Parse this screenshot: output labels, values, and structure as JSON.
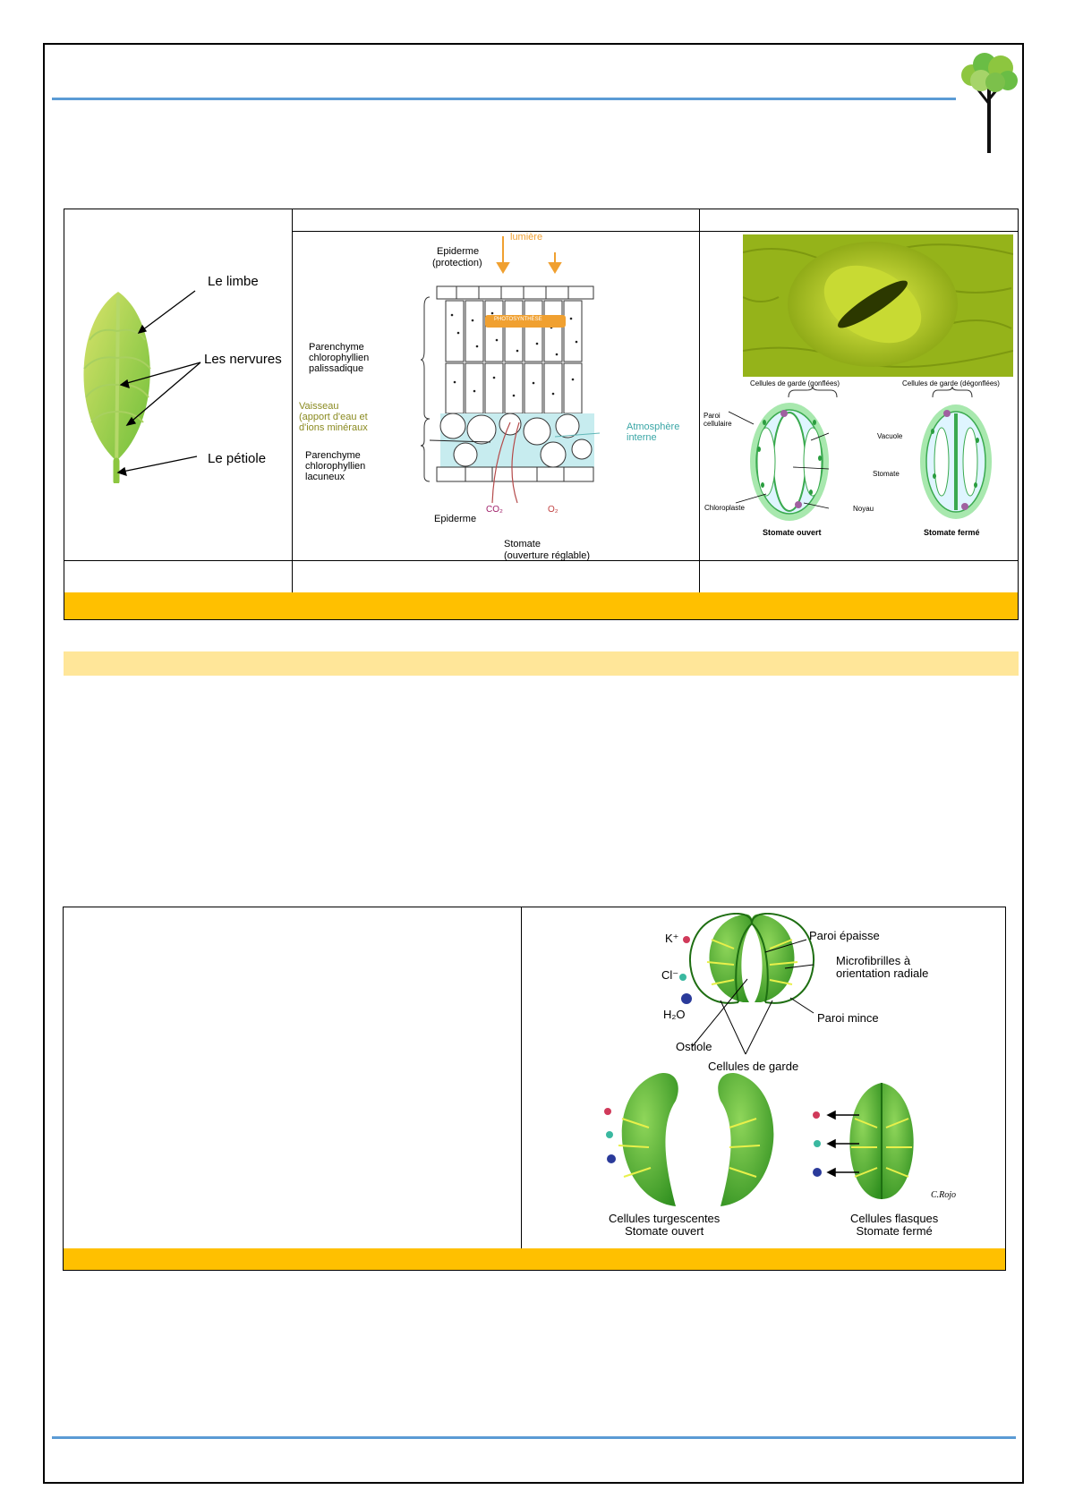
{
  "leaf": {
    "limbe": "Le limbe",
    "nervures": "Les nervures",
    "petiole": "Le pétiole"
  },
  "section": {
    "lumiere": "lumière",
    "epiderme_top": "Epiderme",
    "protection": "(protection)",
    "photosynthese": "PHOTOSYNTHÈSE",
    "palissadique": [
      "Parenchyme",
      "chlorophyllien",
      "palissadique"
    ],
    "vaisseau": [
      "Vaisseau",
      "(apport d'eau et",
      "d'ions minéraux"
    ],
    "lacuneux": [
      "Parenchyme",
      "chlorophyllien",
      "lacuneux"
    ],
    "atmosphere": [
      "Atmosphère",
      "interne"
    ],
    "co2": "CO₂",
    "o2": "O₂",
    "epiderme_bottom": "Epiderme",
    "stomate": "Stomate",
    "ouverture": "(ouverture réglable)"
  },
  "stomata_diagram": {
    "garde_gonflees": "Cellules de garde (gonflées)",
    "garde_degonflees": "Cellules de garde (dégonflées)",
    "paroi": [
      "Paroi",
      "cellulaire"
    ],
    "vacuole": "Vacuole",
    "stomate": "Stomate",
    "chloroplaste": "Chloroplaste",
    "noyau": "Noyau",
    "ouvert": "Stomate ouvert",
    "ferme": "Stomate fermé"
  },
  "mechanism": {
    "k": "K⁺",
    "cl": "Cl⁻",
    "h2o": "H₂O",
    "paroi_epaisse": "Paroi épaisse",
    "microfibrilles": [
      "Microfibrilles à",
      "orientation radiale"
    ],
    "paroi_mince": "Paroi mince",
    "ostiole": "Ostiole",
    "cellules_garde": "Cellules de garde",
    "turgescentes": [
      "Cellules turgescentes",
      "Stomate ouvert"
    ],
    "flasques": [
      "Cellules flasques",
      "Stomate fermé"
    ],
    "signature": "C.Rojo"
  },
  "colors": {
    "accent_line": "#5b9bd5",
    "band": "#ffc000",
    "light_band": "#ffe699",
    "leaf_green": "#8cc63f",
    "cell_green": "#5cb531"
  }
}
